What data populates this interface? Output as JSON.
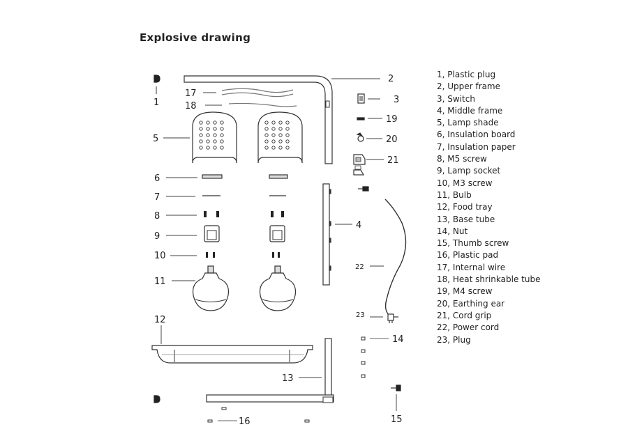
{
  "title": "Explosive drawing",
  "callouts": [
    "1",
    "2",
    "3",
    "4",
    "5",
    "6",
    "7",
    "8",
    "9",
    "10",
    "11",
    "12",
    "13",
    "14",
    "15",
    "16",
    "17",
    "18",
    "19",
    "20",
    "21",
    "22",
    "23"
  ],
  "legend": [
    "1, Plastic plug",
    "2, Upper frame",
    "3, Switch",
    "4, Middle frame",
    "5, Lamp shade",
    "6, Insulation board",
    "7, Insulation paper",
    "8, M5 screw",
    "9, Lamp socket",
    "10, M3 screw",
    "11, Bulb",
    "12, Food tray",
    "13, Base tube",
    "14, Nut",
    "15, Thumb screw",
    "16, Plastic pad",
    "17, Internal wire",
    "18, Heat shrinkable tube",
    "19, M4 screw",
    "20, Earthing ear",
    "21, Cord grip",
    "22, Power cord",
    "23, Plug"
  ]
}
